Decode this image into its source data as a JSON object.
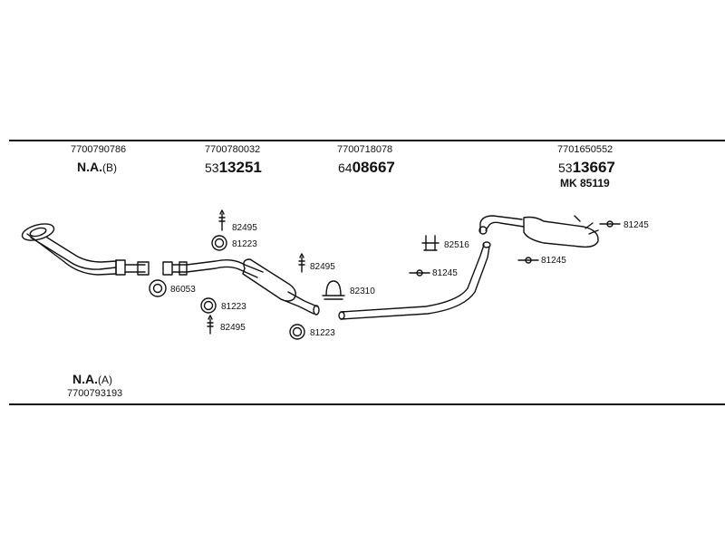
{
  "headers": {
    "col1_oe": "7700790786",
    "col1_name": "N.A.",
    "col1_variant": "(B)",
    "col2_oe": "7700780032",
    "col2_prefix": "53",
    "col2_part": "13251",
    "col3_oe": "7700718078",
    "col3_prefix": "64",
    "col3_part": "08667",
    "col4_oe": "7701650552",
    "col4_prefix": "53",
    "col4_part": "13667",
    "col4_kit": "MK  85119"
  },
  "footer": {
    "name": "N.A.",
    "variant": "(A)",
    "oe": "7700793193"
  },
  "callouts": {
    "c82495_top": "82495",
    "c81223_top": "81223",
    "c86053": "86053",
    "c81223_mid": "81223",
    "c82495_bottom": "82495",
    "c82495_mid": "82495",
    "c82310": "82310",
    "c81223_right": "81223",
    "c82516": "82516",
    "c81245_left": "81245",
    "c81245_top": "81245",
    "c81245_right": "81245"
  }
}
